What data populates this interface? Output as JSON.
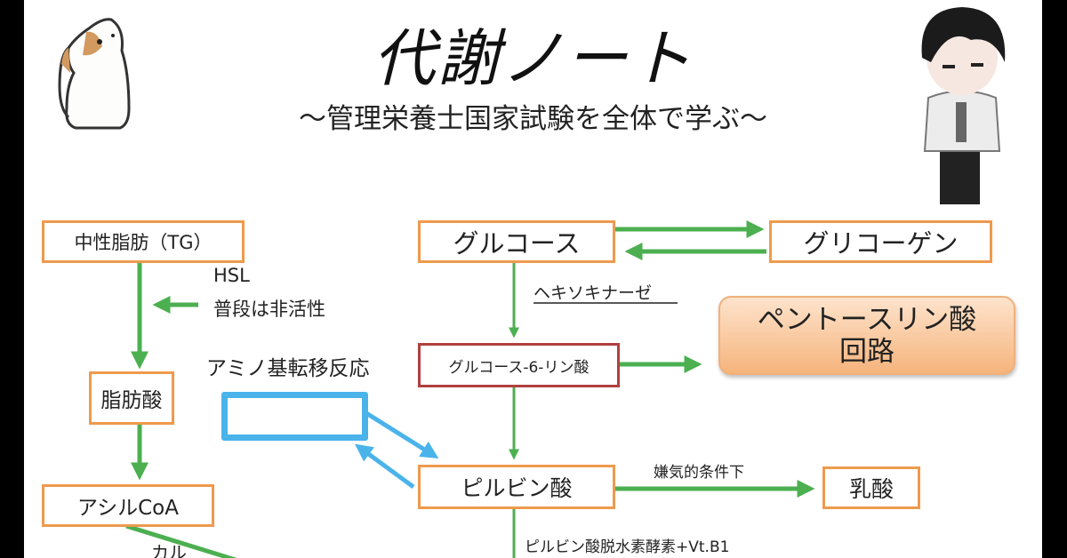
{
  "title": "代謝ノート",
  "subtitle": "～管理栄養士国家試験を全体で学ぶ～",
  "nodes": {
    "tg": "中性脂肪（TG）",
    "fatty_acid": "脂肪酸",
    "acyl_coa": "アシルCoA",
    "glucose": "グルコース",
    "glycogen": "グリコーゲン",
    "g6p": "グルコース-6-リン酸",
    "pentose": "ペントースリン酸",
    "pentose_line2": "回路",
    "pyruvate": "ピルビン酸",
    "lactate": "乳酸",
    "amino_blank": ""
  },
  "labels": {
    "hsl": "HSL",
    "hsl_note": "普段は非活性",
    "amino_transfer": "アミノ基転移反応",
    "hexokinase": "ヘキソキナーゼ",
    "anaerobic": "嫌気的条件下",
    "pdh": "ピルビン酸脱水素酵素+Vt.B1",
    "carnitine_partial": "カル"
  },
  "colors": {
    "arrow_green": "#4caf50",
    "box_orange": "#ee9a4d",
    "box_red": "#b0403f",
    "blue": "#4ab3ea"
  }
}
